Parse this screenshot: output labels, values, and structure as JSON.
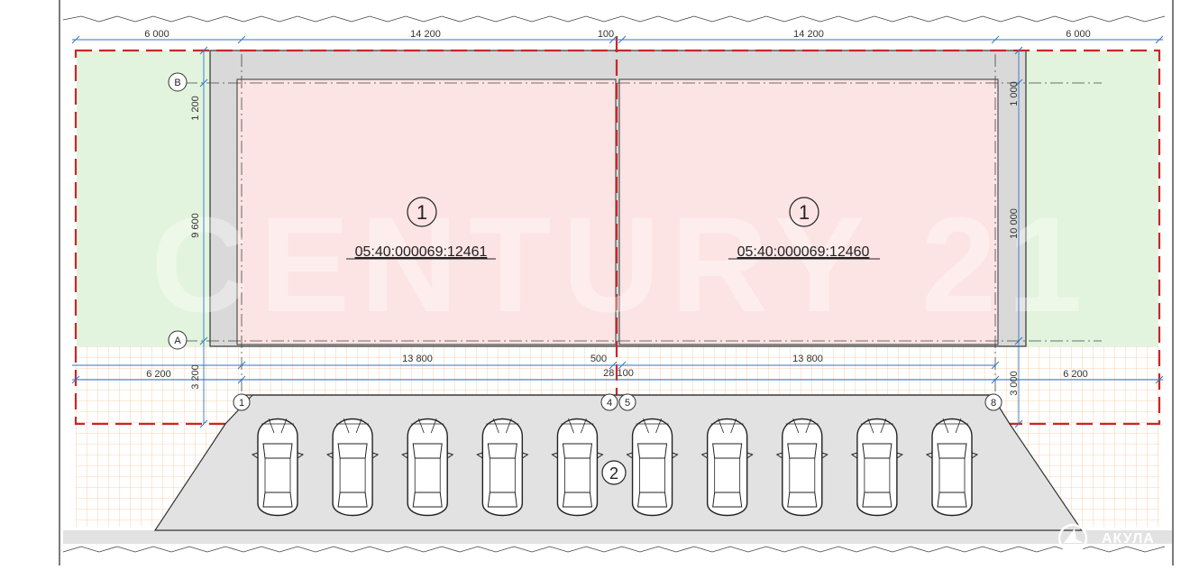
{
  "dimensions_top": [
    "6 000",
    "14 200",
    "100",
    "14 200",
    "6 000"
  ],
  "dimensions_bottom": [
    "6 200",
    "13 800",
    "500",
    "13 800",
    "6 200"
  ],
  "total_width": "28 100",
  "dimensions_left": [
    "1 200",
    "9 600",
    "3 200"
  ],
  "dimensions_right": [
    "1 000",
    "10 000",
    "3 000"
  ],
  "axes": {
    "top": "B",
    "bottom": "A"
  },
  "lots": [
    {
      "number": "1",
      "cadastral": "05:40:000069:12461"
    },
    {
      "number": "1",
      "cadastral": "05:40:000069:12460"
    }
  ],
  "parking": {
    "zone_number": "2",
    "markers": [
      "1",
      "4",
      "5",
      "8"
    ],
    "car_count": 10
  },
  "watermark": "CENTURY 21",
  "logo": {
    "name": "АКУЛА",
    "icon": "shark-icon"
  },
  "colors": {
    "lot_fill": "#fde4e4",
    "green_zone": "#e3f4de",
    "boundary": "#c62828",
    "dimension": "#2f76c8",
    "grid": "#f6c79a",
    "paving": "#e2e2e2"
  }
}
